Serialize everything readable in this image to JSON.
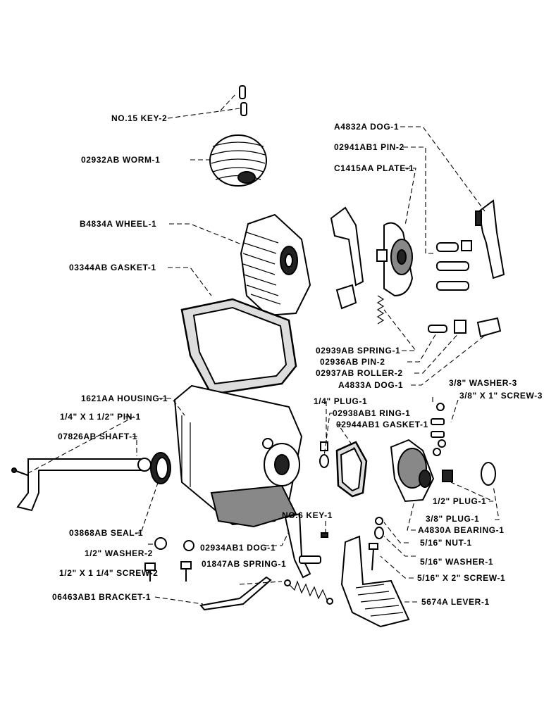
{
  "labels": {
    "key_no15": "NO.15 KEY-2",
    "worm": "02932AB WORM-1",
    "wheel": "B4834A WHEEL-1",
    "gasket_03344": "03344AB GASKET-1",
    "dog_a4832": "A4832A DOG-1",
    "pin_02941": "02941AB1 PIN-2",
    "plate": "C1415AA PLATE-1",
    "spring_02939": "02939AB SPRING-1",
    "pin_02936": "02936AB PIN-2",
    "roller": "02937AB ROLLER-2",
    "dog_a4833": "A4833A DOG-1",
    "washer_38": "3/8\" WASHER-3",
    "screw_38": "3/8\" X 1\" SCREW-3",
    "housing": "1621AA HOUSING-1",
    "pin_14": "1/4\" X 1 1/2\" PIN-1",
    "plug_14": "1/4\" PLUG-1",
    "ring": "02938AB1 RING-1",
    "gasket_02944": "02944AB1 GASKET-1",
    "shaft": "07826AB SHAFT-1",
    "plug_12": "1/2\" PLUG-1",
    "plug_38": "3/8\" PLUG-1",
    "seal": "03868AB SEAL-1",
    "key_no6": "NO.6 KEY-1",
    "bearing": "A4830A BEARING-1",
    "washer_12": "1/2\" WASHER-2",
    "dog_02934": "02934AB1 DOG-1",
    "nut_516": "5/16\" NUT-1",
    "washer_516": "5/16\" WASHER-1",
    "screw_12": "1/2\" X 1 1/4\" SCREW-2",
    "spring_01847": "01847AB SPRING-1",
    "screw_516": "5/16\" X 2\" SCREW-1",
    "bracket": "06463AB1 BRACKET-1",
    "lever": "5674A LEVER-1"
  }
}
